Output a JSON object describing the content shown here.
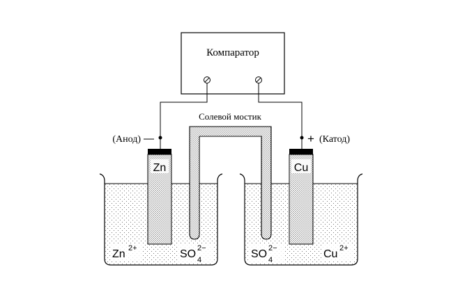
{
  "comparator": {
    "label": "Компаратор"
  },
  "salt_bridge": {
    "label": "Солевой мостик"
  },
  "anode": {
    "label": "(Анод)",
    "sign": "—",
    "electrode": "Zn"
  },
  "cathode": {
    "label": "(Катод)",
    "sign": "+",
    "electrode": "Cu"
  },
  "left_beaker": {
    "cation": {
      "base": "Zn",
      "charge": "2+"
    },
    "anion": {
      "base": "SO",
      "sub": "4",
      "charge": "2−"
    }
  },
  "right_beaker": {
    "cation": {
      "base": "Cu",
      "charge": "2+"
    },
    "anion": {
      "base": "SO",
      "sub": "4",
      "charge": "2−"
    }
  }
}
